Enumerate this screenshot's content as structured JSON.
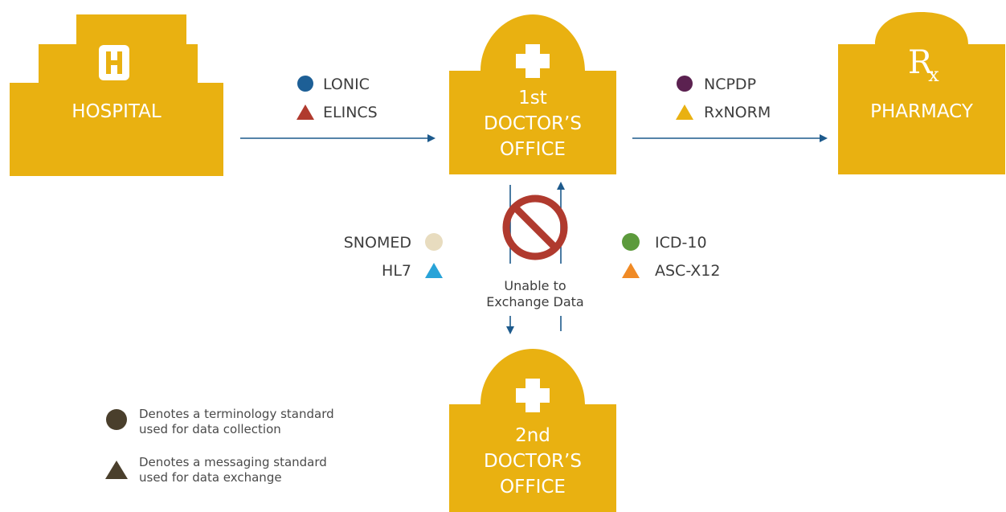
{
  "colors": {
    "building": "#e9b111",
    "arrow": "#1d5a8c",
    "lonic": "#1d5f96",
    "elincs": "#b03a2e",
    "ncpdp": "#5b2150",
    "rxnorm": "#e9b111",
    "snomed": "#e8dcbf",
    "hl7": "#29a3d8",
    "icd10": "#5c9a3c",
    "ascx12": "#f08a25",
    "no_sign": "#b03a2e",
    "legend_shape": "#4a3f2c"
  },
  "nodes": {
    "hospital": {
      "label": "HOSPITAL",
      "icon": "hospital-h-icon",
      "icon_text": "H"
    },
    "doctor1": {
      "label_lines": [
        "1st",
        "DOCTOR’S",
        "OFFICE"
      ],
      "icon": "medical-cross-icon"
    },
    "pharmacy": {
      "label": "PHARMACY",
      "icon": "rx-icon",
      "icon_text": "R"
    },
    "doctor2": {
      "label_lines": [
        "2nd",
        "DOCTOR’S",
        "OFFICE"
      ],
      "icon": "medical-cross-icon"
    }
  },
  "standards": {
    "hospital_to_doctor1": [
      "LONIC",
      "ELINCS"
    ],
    "doctor1_to_pharmacy": [
      "NCPDP",
      "RxNORM"
    ],
    "left_of_link": [
      "SNOMED",
      "HL7"
    ],
    "right_of_link": [
      "ICD-10",
      "ASC-X12"
    ]
  },
  "blocked_link": {
    "text_line1": "Unable to",
    "text_line2": "Exchange Data",
    "icon": "no-entry-icon"
  },
  "legend": [
    {
      "shape": "circle",
      "line1": "Denotes a terminology standard",
      "line2": "used for data collection"
    },
    {
      "shape": "triangle",
      "line1": "Denotes a messaging standard",
      "line2": "used for data exchange"
    }
  ]
}
